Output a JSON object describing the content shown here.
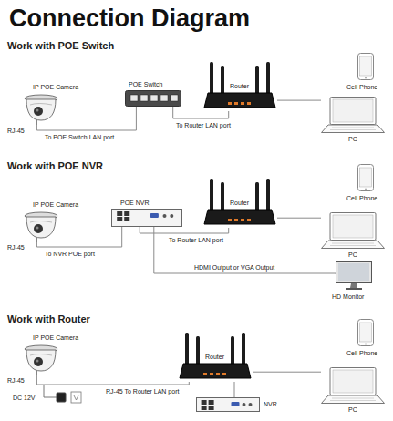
{
  "diagram": {
    "title": "Connection Diagram",
    "nodes": [
      {
        "text": [
          "IP POE Camera"
        ]
      },
      {
        "text": [
          "POE Switch"
        ]
      },
      {
        "text": [
          "Router"
        ]
      },
      {
        "text": [
          "Cell Phone"
        ]
      },
      {
        "text": [
          "PC"
        ]
      },
      {
        "text": [
          "IP POE Camera"
        ]
      },
      {
        "text": [
          "POE NVR"
        ]
      },
      {
        "text": [
          "Router"
        ]
      },
      {
        "text": [
          "Cell Phone"
        ]
      },
      {
        "text": [
          "PC"
        ]
      },
      {
        "text": [
          "HD Monitor"
        ]
      },
      {
        "text": [
          "IP POE Camera"
        ]
      },
      {
        "text": [
          "Router"
        ]
      },
      {
        "text": [
          "NVR"
        ]
      },
      {
        "text": [
          "Cell Phone"
        ]
      },
      {
        "text": [
          "PC"
        ]
      }
    ],
    "edges": [
      {
        "from": 0,
        "to": 1,
        "arrow": "none",
        "label": "To POE Switch LAN port"
      },
      {
        "from": 1,
        "to": 2,
        "arrow": "none",
        "label": "To Router LAN port"
      },
      {
        "from": 2,
        "to": 4,
        "arrow": "none"
      },
      {
        "from": 5,
        "to": 6,
        "arrow": "none",
        "label": "To NVR POE port"
      },
      {
        "from": 6,
        "to": 7,
        "arrow": "none",
        "label": "To Router LAN port"
      },
      {
        "from": 7,
        "to": 9,
        "arrow": "none"
      },
      {
        "from": 6,
        "to": 10,
        "arrow": "none",
        "label": "HDMI Output or VGA Output"
      },
      {
        "from": 11,
        "to": 12,
        "arrow": "none",
        "label": "RJ-45 To Router LAN port"
      },
      {
        "from": 13,
        "to": 12,
        "arrow": "none"
      },
      {
        "from": 12,
        "to": 15,
        "arrow": "none"
      }
    ],
    "labels": [
      "Work with POE Switch",
      "RJ-45",
      "Work with POE NVR",
      "RJ-45",
      "Work with Router",
      "RJ-45",
      "DC 12V"
    ]
  }
}
